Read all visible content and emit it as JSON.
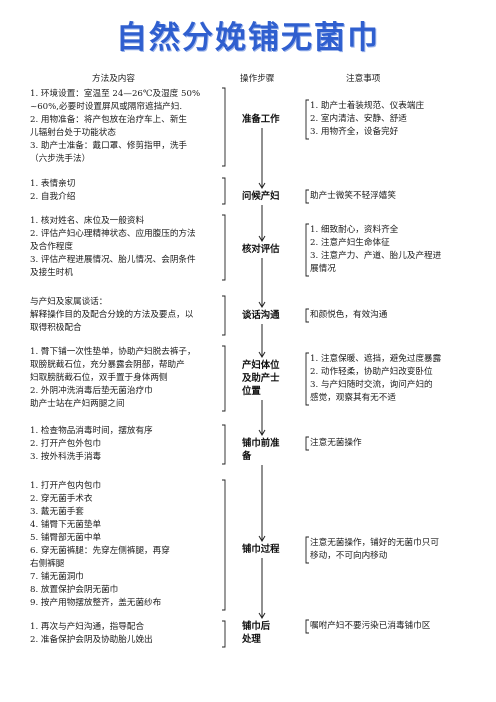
{
  "title": "自然分娩铺无菌巾",
  "headers": {
    "content": "方法及内容",
    "steps": "操作步骤",
    "notes": "注意事项"
  },
  "sections": [
    {
      "step": [
        "准备工作"
      ],
      "content": [
        "1. 环境设置：室温至 24—26℃及湿度 50%",
        "~60%,必要时设置屏风或隔帘遮挡产妇.",
        "2. 用物准备：将产包放在治疗车上、新生",
        "儿辐射台处于功能状态",
        "3. 助产士准备：戴口罩、修剪指甲，洗手",
        "（六步洗手法）"
      ],
      "notes": [
        "1. 助产士着装规范、仪表端庄",
        "2. 室内清洁、安静、舒适",
        "3. 用物齐全，设备完好"
      ]
    },
    {
      "step": [
        "问候产妇"
      ],
      "content": [
        "1. 表情亲切",
        "2. 自我介绍"
      ],
      "notes": [
        "助产士微笑不轻浮嬉笑"
      ]
    },
    {
      "step": [
        "核对评估"
      ],
      "content": [
        "1. 核对姓名、床位及一般资料",
        "2. 评估产妇心理精神状态、应用腹压的方法",
        "及合作程度",
        "3. 评估产程进展情况、胎儿情况、会阴条件",
        "及接生时机"
      ],
      "notes": [
        "1. 细致耐心，资料齐全",
        "2. 注意产妇生命体征",
        "3. 注意产力、产道、胎儿及产程进",
        "   展情况"
      ]
    },
    {
      "step": [
        "谈话沟通"
      ],
      "content": [
        "与产妇及家属谈话：",
        "解释操作目的及配合分娩的方法及要点，以",
        "取得积极配合"
      ],
      "notes": [
        "和颜悦色，有效沟通"
      ]
    },
    {
      "step": [
        "产妇体位",
        "及助产士",
        "位置"
      ],
      "content": [
        "1. 臀下铺一次性垫单，协助产妇脱去裤子，",
        "取膀胱截石位，充分暴露会阴部，帮助产",
        "妇取膀胱截石位，双手置于身体两侧",
        "2. 外阴冲洗消毒后垫无菌治疗巾",
        "助产士站在产妇两腿之间"
      ],
      "notes": [
        "1. 注意保暖、遮挡，避免过度暴露",
        "2. 动作轻柔，协助产妇改变卧位",
        "3. 与产妇随时交流，询问产妇的",
        "   感觉，观察其有无不适"
      ]
    },
    {
      "step": [
        "铺巾前准",
        "备"
      ],
      "content": [
        "1. 检查物品消毒时间，摆放有序",
        "2. 打开产包外包巾",
        "3. 按外科洗手消毒"
      ],
      "notes": [
        "注意无菌操作"
      ]
    },
    {
      "step": [
        "铺巾过程"
      ],
      "content": [
        "1. 打开产包内包巾",
        "2. 穿无菌手术衣",
        "3. 戴无菌手套",
        "4. 铺臀下无菌垫单",
        "5. 铺臀部无菌中单",
        "6. 穿无菌裤腿：先穿左侧裤腿，再穿",
        "   右侧裤腿",
        "7. 铺无菌洞巾",
        "8. 放置保护会阴无菌巾",
        "9. 按产用物摆放整齐，盖无菌纱布"
      ],
      "notes": [
        "注意无菌操作，铺好的无菌巾只可",
        "移动，不可向内移动"
      ]
    },
    {
      "step": [
        "铺巾后",
        "处理"
      ],
      "content": [
        "1. 再次与产妇沟通，指导配合",
        "2. 准备保护会阴及协助胎儿娩出"
      ],
      "notes": [
        "嘱咐产妇不要污染已消毒铺巾区"
      ]
    }
  ]
}
